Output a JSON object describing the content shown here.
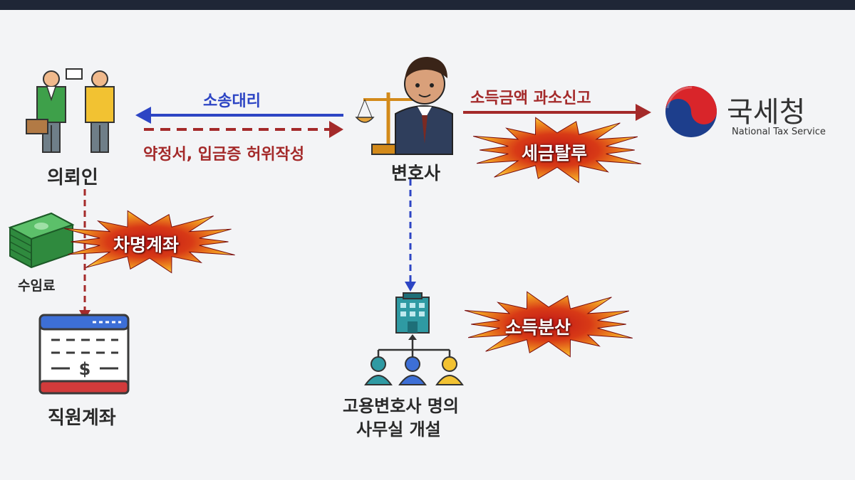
{
  "nodes": {
    "client": "의뢰인",
    "lawyer": "변호사",
    "fee": "수임료",
    "employee_account": "직원계좌",
    "office_line1": "고용변호사 명의",
    "office_line2": "사무실 개설"
  },
  "edges": {
    "litigation": "소송대리",
    "false_docs": "약정서, 입금증 허위작성",
    "under_report": "소득금액 과소신고"
  },
  "bursts": {
    "borrowed_account": "차명계좌",
    "tax_evasion": "세금탈루",
    "income_split": "소득분산"
  },
  "nts": {
    "name_ko": "국세청",
    "name_en": "National Tax Service"
  },
  "colors": {
    "blue_arrow": "#2d45c4",
    "red_arrow": "#a42a2a",
    "burst_red": "#c41a1a",
    "burst_yellow": "#ffe05a"
  }
}
